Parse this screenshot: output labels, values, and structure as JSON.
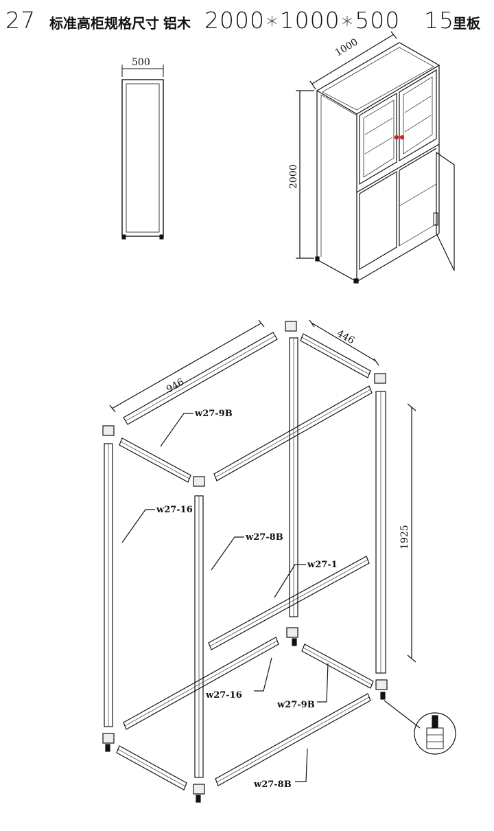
{
  "header": {
    "code": "27",
    "name": "标准高柜规格尺寸",
    "material": "铝木",
    "size": "2000∗1000∗500",
    "board_num": "15",
    "board_unit": "里板"
  },
  "dimensions": {
    "side_depth": "500",
    "cabinet_width": "1000",
    "cabinet_height": "2000",
    "frame_width": "946",
    "frame_depth": "446",
    "frame_height": "1925"
  },
  "parts": {
    "top_side": "w27-9B",
    "left_post": "w27-16",
    "front_rail": "w27-8B",
    "center_post": "w27-1",
    "bottom_rail": "w27-16",
    "bottom_side": "w27-9B",
    "bottom_front": "w27-8B"
  }
}
